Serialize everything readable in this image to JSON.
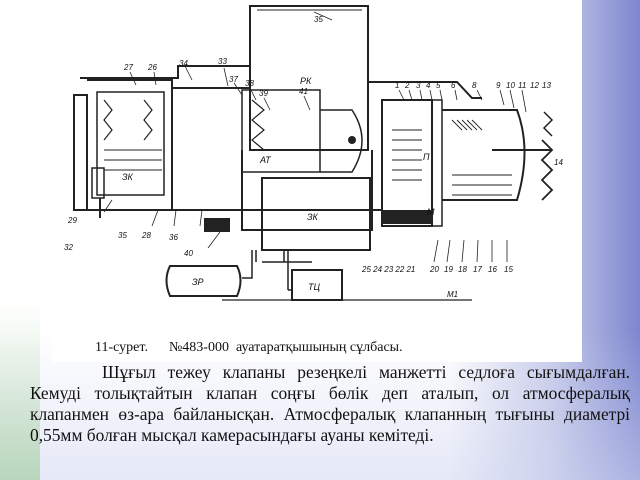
{
  "figure": {
    "caption_number": "11-сурет.",
    "caption_text": "№483-000  ауатаратқышының сұлбасы.",
    "labels": {
      "n35": "35",
      "n27": "27",
      "n26": "26",
      "n34": "34",
      "n33": "33",
      "n37": "37",
      "n38": "38",
      "n39": "39",
      "n41": "41",
      "pk": "РК",
      "at": "АТ",
      "zk_left": "ЗК",
      "zk_center": "ЗК",
      "p": "П",
      "m": "М",
      "n29": "29",
      "n32": "32",
      "n35b": "35",
      "n28": "28",
      "n36": "36",
      "n40": "40",
      "zr": "ЗР",
      "tc": "ТЦ",
      "n1": "1",
      "n2": "2",
      "n3": "3",
      "n4": "4",
      "n5": "5",
      "n6": "6",
      "n8": "8",
      "n9": "9",
      "n10": "10",
      "n11": "11",
      "n12": "12",
      "n13": "13",
      "n14": "14",
      "bottom_row": "25 24 23 22 21",
      "n20": "20",
      "n19": "19",
      "n18": "18",
      "n17": "17",
      "n16": "16",
      "n15": "15",
      "m1": "М1"
    }
  },
  "paragraph": "Шұғыл тежеу клапаны резеңкелі манжетті седлоға сығымдалған. Кемуді толықтайтын клапан соңғы бөлік деп аталып, ол атмосфералық клапанмен өз-ара байланысқан. Атмосфералық клапанның тығыны диаметрі 0,55мм болған мысқал камерасындағы ауаны кемітеді."
}
